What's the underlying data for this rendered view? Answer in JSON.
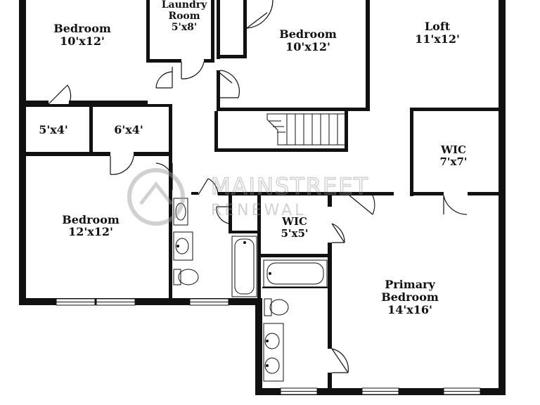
{
  "rooms": {
    "bedroom_a": {
      "name": "Bedroom",
      "size": "10'x12'"
    },
    "laundry": {
      "name1": "Laundry",
      "name2": "Room",
      "size": "5'x8'"
    },
    "bedroom_b": {
      "name": "Bedroom",
      "size": "10'x12'"
    },
    "loft": {
      "name": "Loft",
      "size": "11'x12'"
    },
    "closet_5x4": {
      "size": "5'x4'"
    },
    "closet_6x4": {
      "size": "6'x4'"
    },
    "wic_loft": {
      "name": "WIC",
      "size": "7'x7'"
    },
    "bedroom_c": {
      "name": "Bedroom",
      "size": "12'x12'"
    },
    "wic_small": {
      "name": "WIC",
      "size": "5'x5'"
    },
    "primary": {
      "name1": "Primary",
      "name2": "Bedroom",
      "size": "14'x16'"
    }
  },
  "watermark": {
    "line1": "MAINSTREET",
    "line2": "RENEWAL"
  },
  "colors": {
    "wall": "#111111",
    "background": "#ffffff",
    "watermark": "#9a9a9a"
  }
}
